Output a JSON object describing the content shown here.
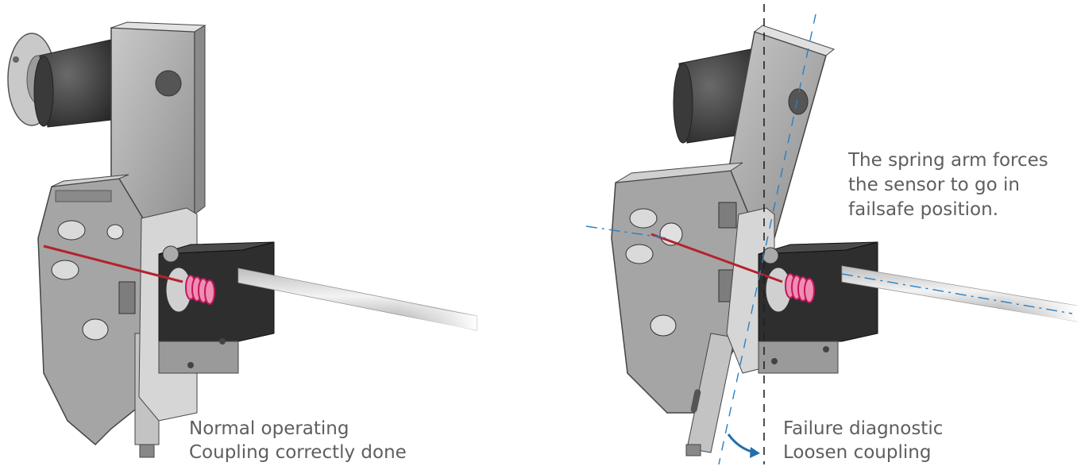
{
  "left_panel": {
    "caption": [
      "Normal operating",
      "Coupling correctly done"
    ]
  },
  "right_panel": {
    "note": [
      "The spring arm forces",
      "the sensor to go in",
      "failsafe position."
    ],
    "caption": [
      "Failure diagnostic",
      "Loosen coupling"
    ]
  },
  "colors": {
    "metal": "#a9a9a9",
    "metal_light": "#d4d4d4",
    "metal_dark": "#6c6c6c",
    "block": "#2e2e2e",
    "spring": "#d9467a",
    "wire": "#b5212e",
    "guide_line": "#2b7fc1",
    "axis_line": "#222222",
    "text": "#5e5e5e"
  }
}
